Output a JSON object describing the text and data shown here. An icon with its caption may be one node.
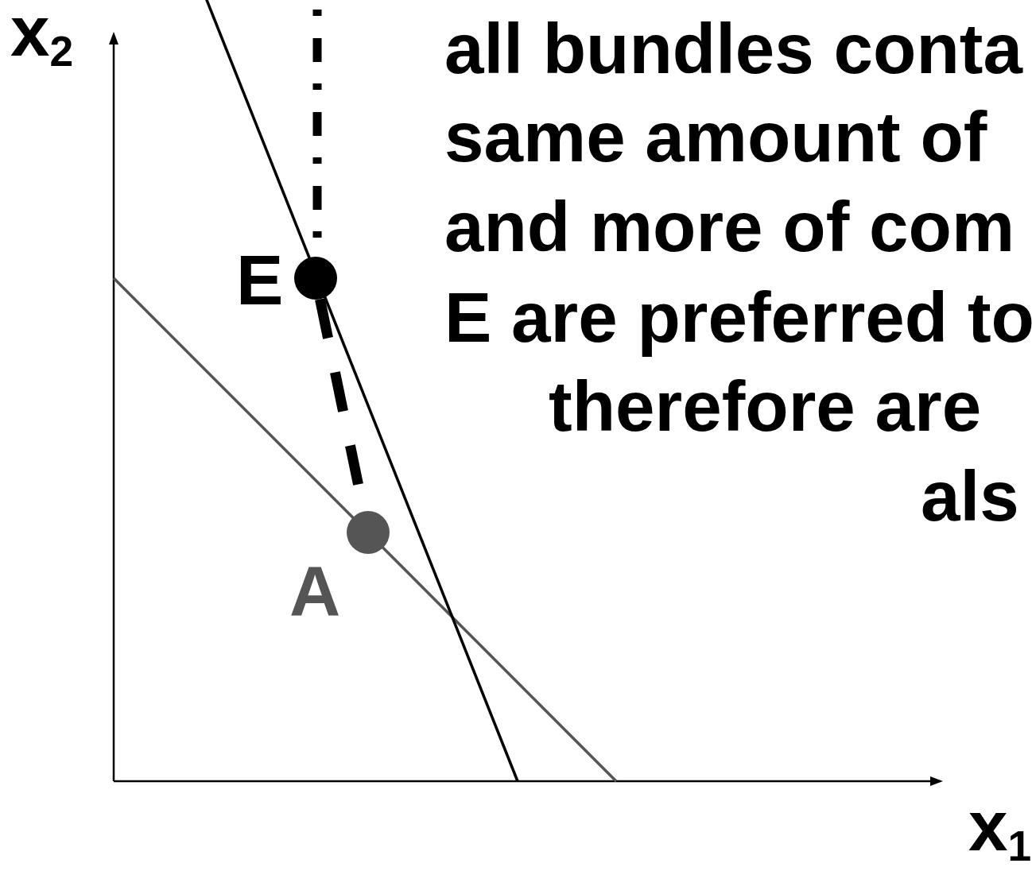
{
  "diagram": {
    "nodes": [
      {
        "text": [],
        "shape": "circle",
        "beside": [
          "E"
        ]
      },
      {
        "text": [],
        "shape": "circle",
        "beside": [
          "A"
        ]
      }
    ],
    "edges": [
      {
        "from": 0,
        "to": 1,
        "arrow": "none",
        "style": "dashed"
      }
    ],
    "labels": [
      "x$_{2}$",
      "all bundles conta",
      "same amount of",
      "and more of com",
      "E are preferred to",
      "therefore are",
      "als",
      "x$_{1}$"
    ]
  }
}
